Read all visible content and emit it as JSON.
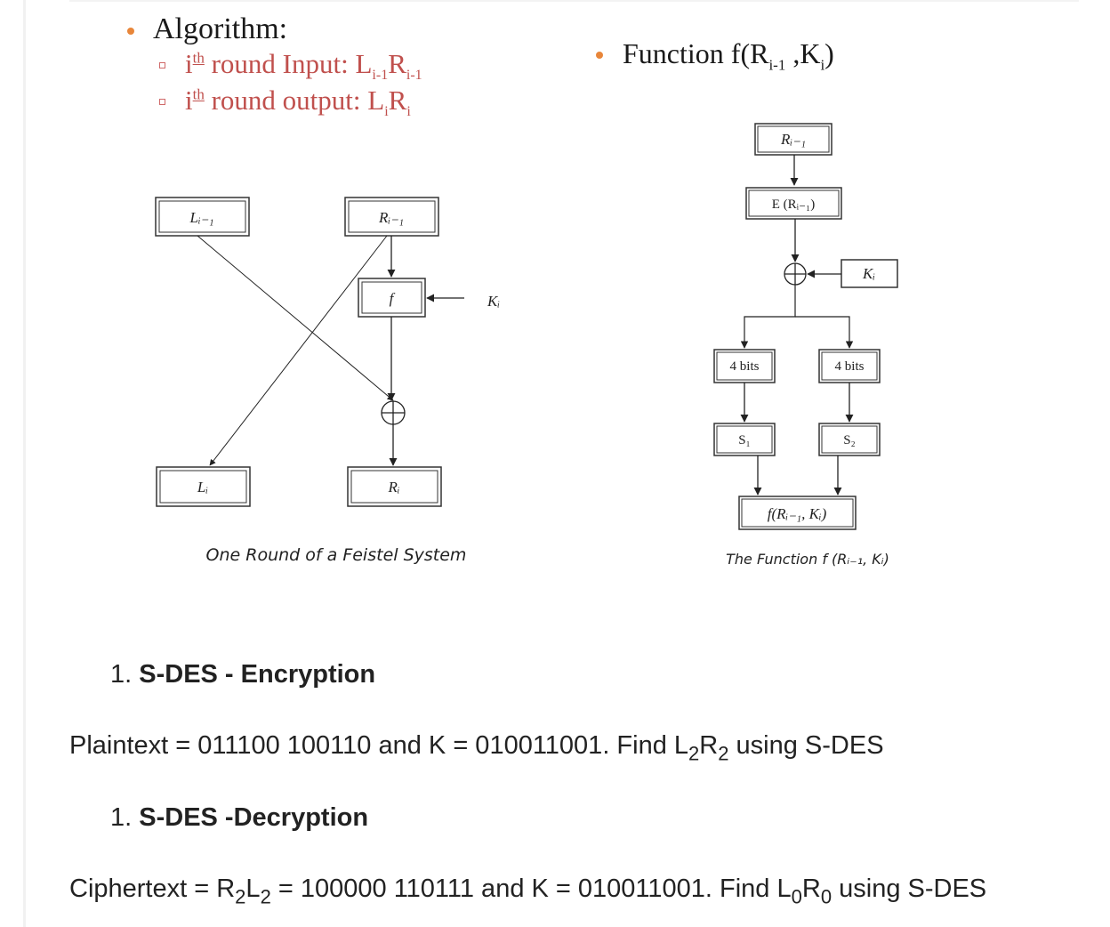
{
  "algorithm": {
    "title": "Algorithm:",
    "input_prefix": "i",
    "input_sup": "th",
    "input_text": " round Input: L",
    "input_sub1": "i-1",
    "input_r": "R",
    "input_sub2": "i-1",
    "output_prefix": "i",
    "output_sup": "th",
    "output_text": " round output: L",
    "output_sub1": "i",
    "output_r": "R",
    "output_sub2": "i"
  },
  "function_heading": {
    "text": "Function f(R",
    "sub1": "i-1",
    "mid": " ,K",
    "sub2": "i",
    "end": ")"
  },
  "feistel": {
    "box_l_prev": "Lᵢ₋₁",
    "box_r_prev": "Rᵢ₋₁",
    "box_f": "f",
    "key": "Kᵢ",
    "box_l": "Lᵢ",
    "box_r": "Rᵢ",
    "caption": "One Round of a Feistel System"
  },
  "function_diagram": {
    "box_r_prev": "Rᵢ₋₁",
    "box_expand": "E (Rᵢ₋₁)",
    "key": "Kᵢ",
    "bits_left": "4 bits",
    "bits_right": "4 bits",
    "s1": "S₁",
    "s2": "S₂",
    "output": "f(Rᵢ₋₁, Kᵢ)",
    "caption": "The Function f (Rᵢ₋₁, Kᵢ)"
  },
  "sections": [
    {
      "number": "1.",
      "heading": "S-DES - Encryption",
      "text_a": "Plaintext = 011100 100110 and K = 010011001. Find L",
      "sub1": "2",
      "text_b": "R",
      "sub2": "2",
      "text_c": " using S-DES"
    },
    {
      "number": "1.",
      "heading": "S-DES -Decryption",
      "text_a": "Ciphertext = R",
      "sub1": "2",
      "text_b": "L",
      "sub2": "2",
      "text_c": " = 100000 110111 and K = 010011001. Find L",
      "sub3": "0",
      "text_d": "R",
      "sub4": "0",
      "text_e": " using S-DES"
    }
  ]
}
